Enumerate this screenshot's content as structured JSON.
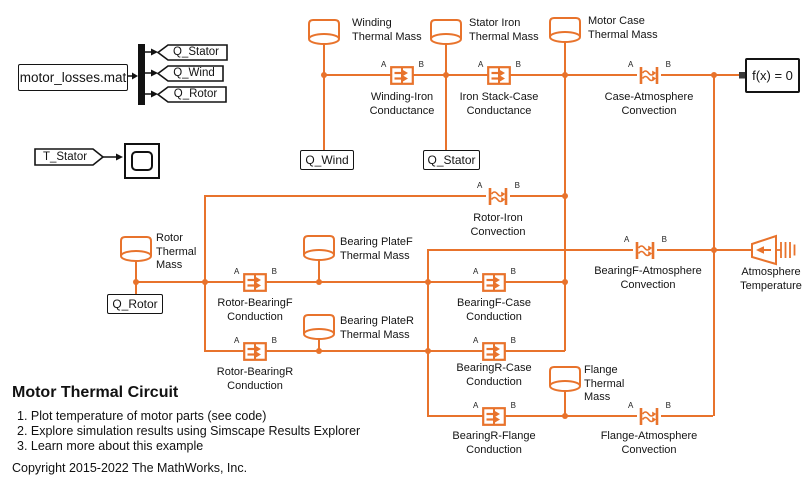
{
  "colors": {
    "thermal_orange": "#E8732C",
    "signal_black": "#141414"
  },
  "port_labels": {
    "a": "A",
    "b": "B"
  },
  "source_block": {
    "label": "motor_losses.mat"
  },
  "goto_tags": [
    {
      "label": "Q_Stator"
    },
    {
      "label": "Q_Wind"
    },
    {
      "label": "Q_Rotor"
    }
  ],
  "scope_tag": {
    "label": "T_Stator"
  },
  "heat_tags": {
    "q_wind": {
      "label": "Q_Wind"
    },
    "q_stator": {
      "label": "Q_Stator"
    },
    "q_rotor": {
      "label": "Q_Rotor"
    }
  },
  "solver_block": {
    "label": "f(x) = 0"
  },
  "thermal_masses": {
    "winding": {
      "label": "Winding\nThermal Mass"
    },
    "stator_iron": {
      "label": "Stator Iron\nThermal Mass"
    },
    "motor_case": {
      "label": "Motor Case\nThermal Mass"
    },
    "rotor": {
      "label": "Rotor\nThermal\nMass"
    },
    "bearing_plate_f": {
      "label": "Bearing PlateF\nThermal Mass"
    },
    "bearing_plate_r": {
      "label": "Bearing PlateR\nThermal Mass"
    },
    "flange": {
      "label": "Flange\nThermal\nMass"
    }
  },
  "transfer_blocks": {
    "winding_iron": {
      "label": "Winding-Iron\nConductance",
      "type": "conduction"
    },
    "iron_stack_case": {
      "label": "Iron Stack-Case\nConductance",
      "type": "conduction"
    },
    "case_atmosphere": {
      "label": "Case-Atmosphere\nConvection",
      "type": "convection"
    },
    "rotor_iron": {
      "label": "Rotor-Iron\nConvection",
      "type": "convection"
    },
    "rotor_bearing_f": {
      "label": "Rotor-BearingF\nConduction",
      "type": "conduction"
    },
    "bearing_f_case": {
      "label": "BearingF-Case\nConduction",
      "type": "conduction"
    },
    "bearing_f_atmosphere": {
      "label": "BearingF-Atmosphere\nConvection",
      "type": "convection"
    },
    "rotor_bearing_r": {
      "label": "Rotor-BearingR\nConduction",
      "type": "conduction"
    },
    "bearing_r_case": {
      "label": "BearingR-Case\nConduction",
      "type": "conduction"
    },
    "bearing_r_flange": {
      "label": "BearingR-Flange\nConduction",
      "type": "conduction"
    },
    "flange_atmosphere": {
      "label": "Flange-Atmosphere\nConvection",
      "type": "convection"
    }
  },
  "atmosphere_source": {
    "label": "Atmosphere\nTemperature"
  },
  "annotation": {
    "title": "Motor Thermal Circuit",
    "items": [
      "1. Plot temperature of motor parts (see code)",
      "2. Explore simulation results using Simscape Results Explorer",
      "3. Learn more about this example"
    ],
    "copyright": "Copyright 2015-2022 The MathWorks, Inc."
  }
}
